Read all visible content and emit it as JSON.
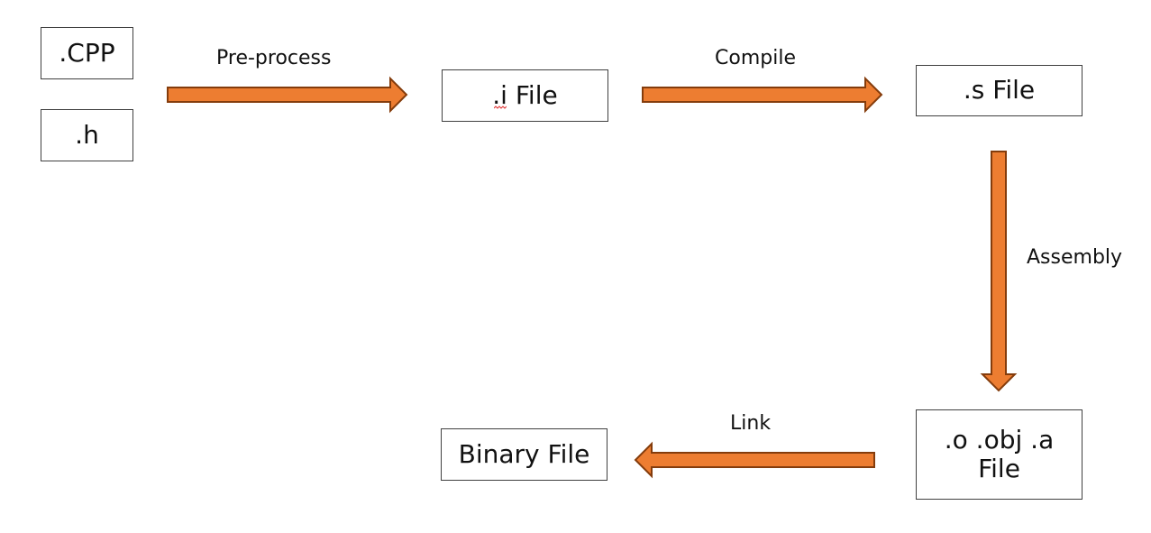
{
  "nodes": {
    "cpp": ".CPP",
    "h": ".h",
    "i_file": ".i File",
    "s_file": ".s File",
    "obj_file_line1": ".o .obj .a",
    "obj_file_line2": "File",
    "binary_file": "Binary File"
  },
  "edges": {
    "preprocess": "Pre-process",
    "compile": "Compile",
    "assembly": "Assembly",
    "link": "Link"
  },
  "colors": {
    "arrow_fill": "#ed7d31",
    "arrow_stroke": "#843c0c",
    "box_border": "#404040",
    "spell_underline": "#e03030"
  }
}
